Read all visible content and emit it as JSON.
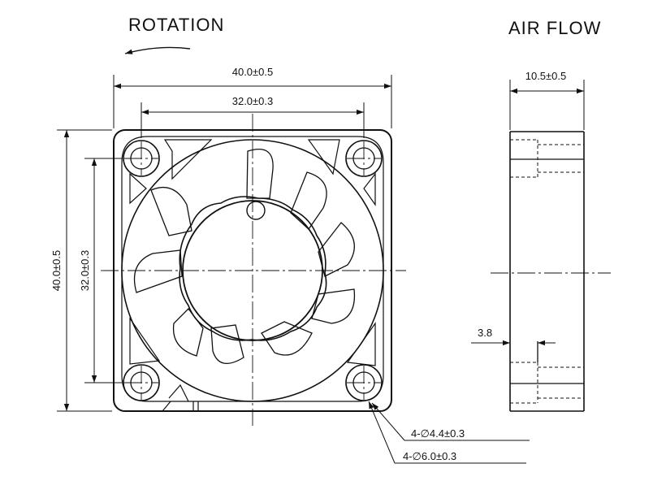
{
  "headings": {
    "rotation": "ROTATION",
    "air_flow": "AIR FLOW"
  },
  "dimensions": {
    "overall_width": "40.0±0.5",
    "hole_pitch_width": "32.0±0.3",
    "overall_height": "40.0±0.5",
    "hole_pitch_height": "32.0±0.3",
    "thickness": "10.5±0.5",
    "flange_thickness": "3.8",
    "hole_diameter": "4-∅4.4±0.3",
    "boss_diameter": "4-∅6.0±0.3"
  },
  "colors": {
    "line": "#111111",
    "background": "#ffffff"
  }
}
